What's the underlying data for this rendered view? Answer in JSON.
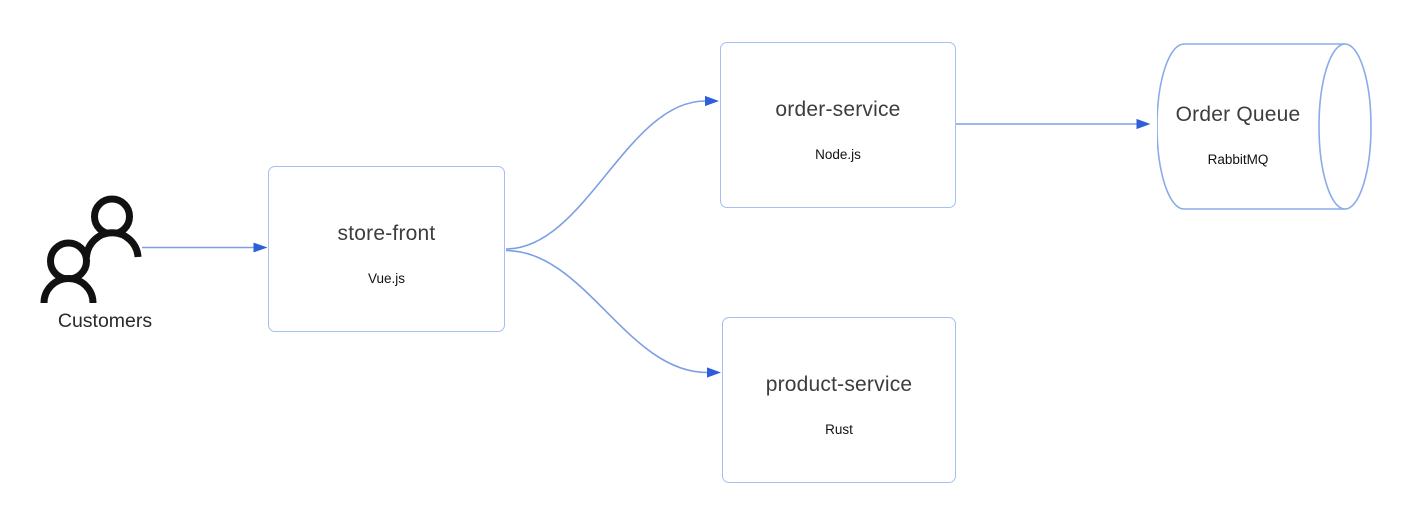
{
  "diagram": {
    "type": "architecture-flow",
    "nodes": {
      "customers": {
        "label": "Customers",
        "icon": "people-icon"
      },
      "storefront": {
        "title": "store-front",
        "subtitle": "Vue.js",
        "shape": "rounded-rect"
      },
      "order_service": {
        "title": "order-service",
        "subtitle": "Node.js",
        "shape": "rounded-rect"
      },
      "product_service": {
        "title": "product-service",
        "subtitle": "Rust",
        "shape": "rounded-rect"
      },
      "order_queue": {
        "title": "Order Queue",
        "subtitle": "RabbitMQ",
        "shape": "cylinder"
      }
    },
    "edges": [
      {
        "from": "customers",
        "to": "store-front",
        "style": "straight-arrow"
      },
      {
        "from": "store-front",
        "to": "order-service",
        "style": "curved-arrow"
      },
      {
        "from": "store-front",
        "to": "product-service",
        "style": "curved-arrow"
      },
      {
        "from": "order-service",
        "to": "order-queue",
        "style": "straight-arrow"
      }
    ]
  },
  "colors": {
    "background": "#ffffff",
    "node-border": "#a3c0f0",
    "cylinder-stroke": "#8aabe8",
    "connector": "#7d9fe6",
    "arrowhead": "#2e5fd9",
    "title-text": "#3d3d3d",
    "subtitle-text": "#111111",
    "label-text": "#2a2a2a",
    "icon": "#111111"
  }
}
